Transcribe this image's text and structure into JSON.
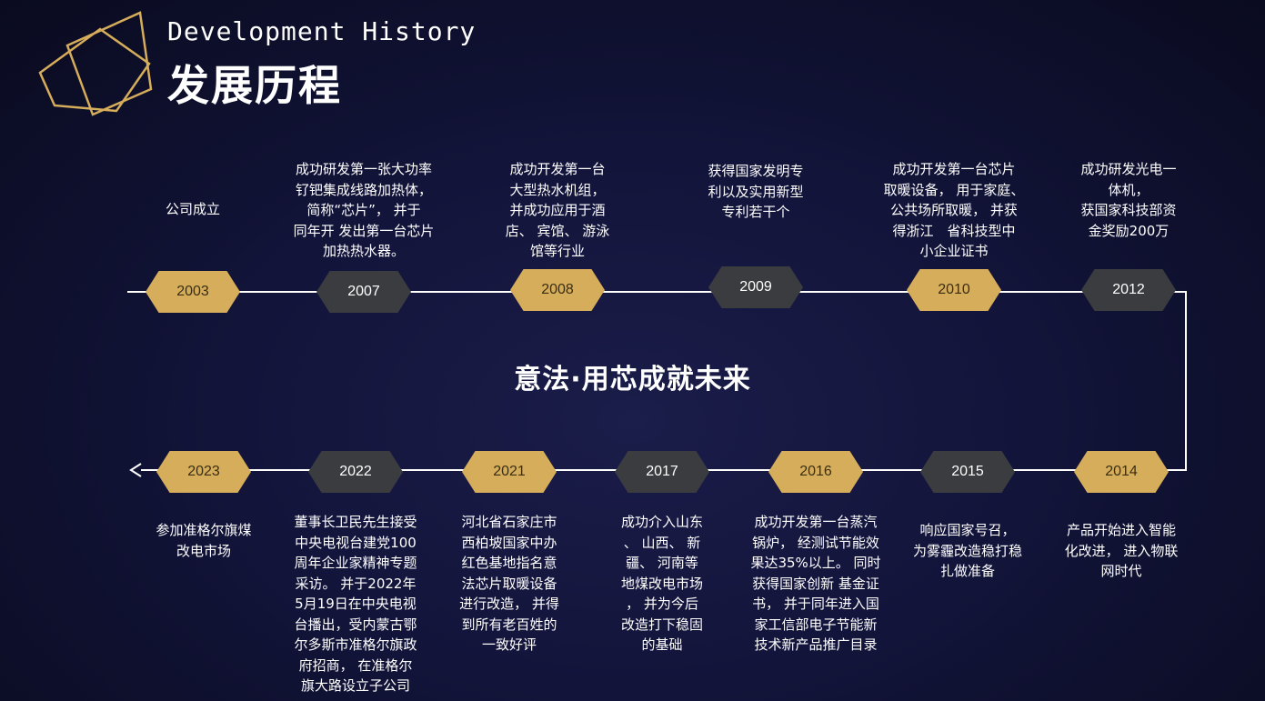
{
  "header": {
    "title_en": "Development History",
    "title_cn": "发展历程"
  },
  "slogan": "意法·用芯成就未来",
  "colors": {
    "gold": "#d6ad5b",
    "dark": "#3b3c40",
    "line": "#ffffff",
    "background": "#12143a"
  },
  "milestones_top": [
    {
      "year": "2003",
      "style": "gold",
      "text": "公司成立"
    },
    {
      "year": "2007",
      "style": "dark",
      "text": "成功研发第一张大功率\n钌钯集成线路加热体，\n简称“芯片”， 并于\n同年开 发出第一台芯片\n加热热水器。"
    },
    {
      "year": "2008",
      "style": "gold",
      "text": "成功开发第一台\n大型热水机组，\n并成功应用于酒\n店、 宾馆、 游泳\n馆等行业"
    },
    {
      "year": "2009",
      "style": "dark",
      "text": "获得国家发明专\n利以及实用新型\n专利若干个"
    },
    {
      "year": "2010",
      "style": "gold",
      "text": "成功开发第一台芯片\n取暖设备， 用于家庭、\n公共场所取暖， 并获\n得浙江　省科技型中\n小企业证书"
    },
    {
      "year": "2012",
      "style": "dark",
      "text": "成功研发光电一\n体机，\n获国家科技部资\n金奖励200万"
    }
  ],
  "milestones_bottom": [
    {
      "year": "2023",
      "style": "gold",
      "text": "参加准格尔旗煤\n改电市场"
    },
    {
      "year": "2022",
      "style": "dark",
      "text": "董事长卫民先生接受\n中央电视台建党100\n周年企业家精神专题\n采访。 并于2022年\n5月19日在中央电视\n台播出，受内蒙古鄂\n尔多斯市准格尔旗政\n府招商， 在准格尔\n旗大路设立子公司"
    },
    {
      "year": "2021",
      "style": "gold",
      "text": "河北省石家庄市\n西柏坡国家中办\n红色基地指名意\n法芯片取暖设备\n进行改造， 并得\n到所有老百姓的\n一致好评"
    },
    {
      "year": "2017",
      "style": "dark",
      "text": "成功介入山东\n、 山西、 新\n疆、 河南等\n地煤改电市场\n， 并为今后\n改造打下稳固\n的基础"
    },
    {
      "year": "2016",
      "style": "gold",
      "text": "成功开发第一台蒸汽\n锅炉， 经测试节能效\n果达35%以上。 同时\n获得国家创新 基金证\n书， 并于同年进入国\n家工信部电子节能新\n技术新产品推广目录"
    },
    {
      "year": "2015",
      "style": "dark",
      "text": "响应国家号召，\n为雾霾改造稳打稳\n扎做准备"
    },
    {
      "year": "2014",
      "style": "gold",
      "text": "产品开始进入智能\n化改进， 进入物联\n网时代"
    }
  ]
}
